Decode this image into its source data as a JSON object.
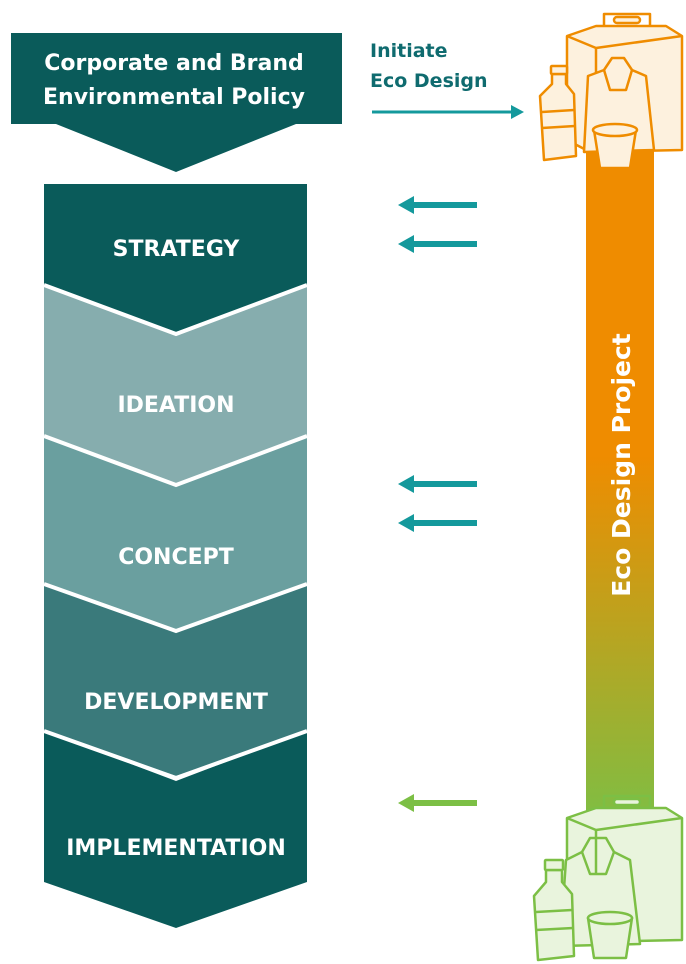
{
  "policy": {
    "line1": "Corporate and Brand",
    "line2": "Environmental Policy",
    "color": "#0a5b5a"
  },
  "initiate": {
    "line1": "Initiate",
    "line2": "Eco Design",
    "color": "#0f6b6f"
  },
  "stages": [
    {
      "label": "STRATEGY",
      "color": "#0a5b5a"
    },
    {
      "label": "IDEATION",
      "color": "#86adae"
    },
    {
      "label": "CONCEPT",
      "color": "#6a9f9f"
    },
    {
      "label": "DEVELOPMENT",
      "color": "#3a7a7b"
    },
    {
      "label": "IMPLEMENTATION",
      "color": "#0a5b5a"
    }
  ],
  "project_bar": {
    "label": "Eco Design Project",
    "color_top": "#ef8c00",
    "color_bottom": "#7cbf45"
  },
  "arrows": {
    "teal": "#14999c",
    "green": "#7cbf45"
  },
  "icons": {
    "top": "packaging-orange-icon",
    "bottom": "packaging-green-icon"
  }
}
